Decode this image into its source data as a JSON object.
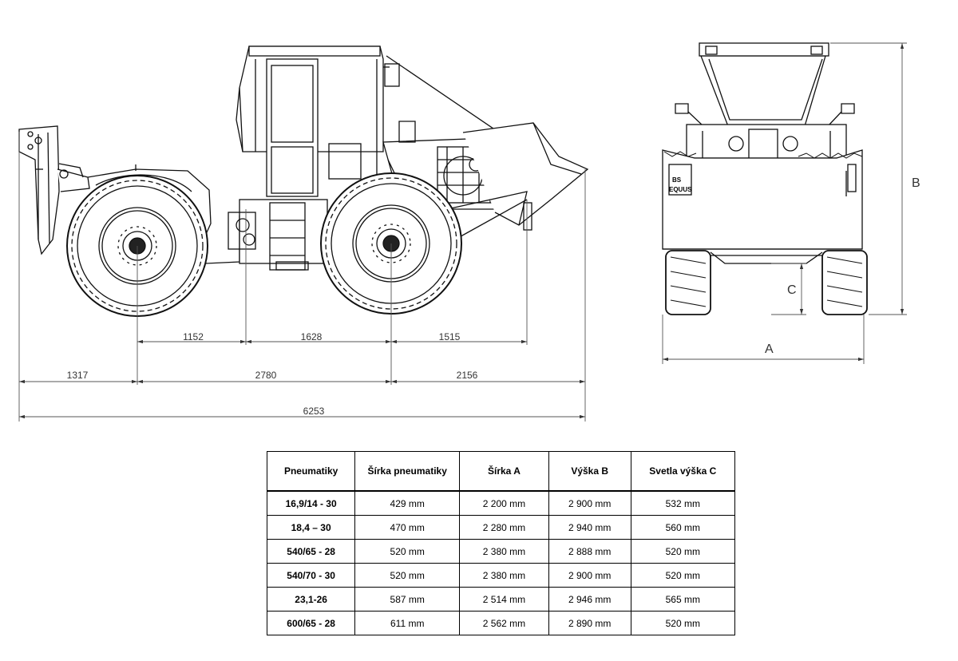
{
  "dimensions": {
    "row1": [
      "1152",
      "1628",
      "1515"
    ],
    "row2": [
      "1317",
      "2780",
      "2156"
    ],
    "total": "6253",
    "front": {
      "a": "A",
      "b": "B",
      "c": "C"
    }
  },
  "machine_labels": {
    "line1": "BS",
    "line2": "EQUUS"
  },
  "table": {
    "headers": [
      "Pneumatiky",
      "Šírka pneumatiky",
      "Šírka A",
      "Výška B",
      "Svetla výška C"
    ],
    "rows": [
      [
        "16,9/14 - 30",
        "429 mm",
        "2 200 mm",
        "2 900 mm",
        "532 mm"
      ],
      [
        "18,4 – 30",
        "470 mm",
        "2 280 mm",
        "2 940 mm",
        "560 mm"
      ],
      [
        "540/65 - 28",
        "520 mm",
        "2 380 mm",
        "2 888 mm",
        "520 mm"
      ],
      [
        "540/70 - 30",
        "520 mm",
        "2 380 mm",
        "2 900 mm",
        "520 mm"
      ],
      [
        "23,1-26",
        "587 mm",
        "2 514 mm",
        "2 946 mm",
        "565 mm"
      ],
      [
        "600/65 - 28",
        "611 mm",
        "2 562 mm",
        "2 890 mm",
        "520 mm"
      ]
    ]
  }
}
